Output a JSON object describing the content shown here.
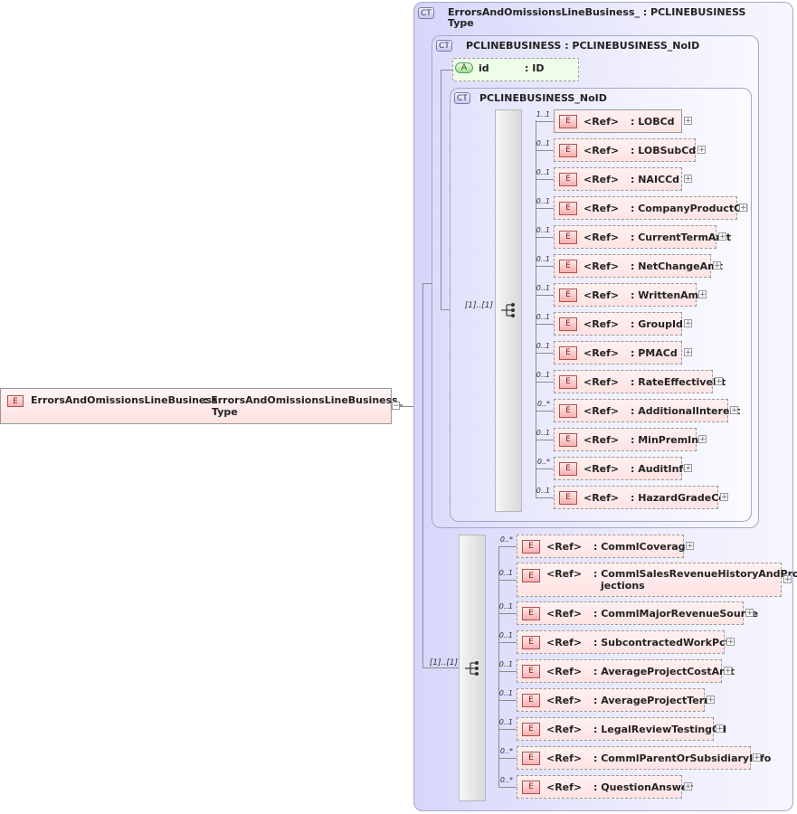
{
  "root": {
    "badge": "E",
    "name": "ErrorsAndOmissionsLineBusiness",
    "type_line1": ": ErrorsAndOmissionsLineBusiness_",
    "type_line2": "Type",
    "collapse": "−"
  },
  "outer_type": {
    "badge": "CT",
    "title_line1": "ErrorsAndOmissionsLineBusiness_ : PCLINEBUSINESS",
    "title_line2": "Type"
  },
  "pcline": {
    "badge": "CT",
    "title": "PCLINEBUSINESS : PCLINEBUSINESS_NoID"
  },
  "attribute": {
    "badge": "A",
    "name": "id",
    "type": ": ID"
  },
  "noid": {
    "badge": "CT",
    "title": "PCLINEBUSINESS_NoID"
  },
  "seq1_card": "[1]..[1]",
  "seq2_card": "[1]..[1]",
  "group1": [
    {
      "card": "1..1",
      "badge": "E",
      "ref": "<Ref>",
      "name": ": LOBCd",
      "expand": "+"
    },
    {
      "card": "0..1",
      "badge": "E",
      "ref": "<Ref>",
      "name": ": LOBSubCd",
      "expand": "+"
    },
    {
      "card": "0..1",
      "badge": "E",
      "ref": "<Ref>",
      "name": ": NAICCd",
      "expand": "+"
    },
    {
      "card": "0..1",
      "badge": "E",
      "ref": "<Ref>",
      "name": ": CompanyProductCd",
      "expand": "+"
    },
    {
      "card": "0..1",
      "badge": "E",
      "ref": "<Ref>",
      "name": ": CurrentTermAmt",
      "expand": "+"
    },
    {
      "card": "0..1",
      "badge": "E",
      "ref": "<Ref>",
      "name": ": NetChangeAmt",
      "expand": "+"
    },
    {
      "card": "0..1",
      "badge": "E",
      "ref": "<Ref>",
      "name": ": WrittenAmt",
      "expand": "+"
    },
    {
      "card": "0..1",
      "badge": "E",
      "ref": "<Ref>",
      "name": ": GroupId",
      "expand": "+"
    },
    {
      "card": "0..1",
      "badge": "E",
      "ref": "<Ref>",
      "name": ": PMACd",
      "expand": "+"
    },
    {
      "card": "0..1",
      "badge": "E",
      "ref": "<Ref>",
      "name": ": RateEffectiveDt",
      "expand": "+"
    },
    {
      "card": "0..*",
      "badge": "E",
      "ref": "<Ref>",
      "name": ": AdditionalInterest",
      "expand": "+"
    },
    {
      "card": "0..1",
      "badge": "E",
      "ref": "<Ref>",
      "name": ": MinPremInd",
      "expand": "+"
    },
    {
      "card": "0..*",
      "badge": "E",
      "ref": "<Ref>",
      "name": ": AuditInfo",
      "expand": "+"
    },
    {
      "card": "0..1",
      "badge": "E",
      "ref": "<Ref>",
      "name": ": HazardGradeCd",
      "expand": "+"
    }
  ],
  "group2": [
    {
      "card": "0..*",
      "badge": "E",
      "ref": "<Ref>",
      "name": ": CommlCoverage",
      "expand": "+"
    },
    {
      "card": "0..1",
      "badge": "E",
      "ref": "<Ref>",
      "name": ": CommlSalesRevenueHistoryAndPro",
      "name2": "jections",
      "expand": "+"
    },
    {
      "card": "0..1",
      "badge": "E",
      "ref": "<Ref>",
      "name": ": CommlMajorRevenueSource",
      "expand": "+"
    },
    {
      "card": "0..1",
      "badge": "E",
      "ref": "<Ref>",
      "name": ": SubcontractedWorkPct",
      "expand": "+"
    },
    {
      "card": "0..1",
      "badge": "E",
      "ref": "<Ref>",
      "name": ": AverageProjectCostAmt",
      "expand": "+"
    },
    {
      "card": "0..1",
      "badge": "E",
      "ref": "<Ref>",
      "name": ": AverageProjectTerm",
      "expand": "+"
    },
    {
      "card": "0..1",
      "badge": "E",
      "ref": "<Ref>",
      "name": ": LegalReviewTestingCd",
      "expand": "+"
    },
    {
      "card": "0..*",
      "badge": "E",
      "ref": "<Ref>",
      "name": ": CommlParentOrSubsidiaryInfo",
      "expand": "+"
    },
    {
      "card": "0..*",
      "badge": "E",
      "ref": "<Ref>",
      "name": ": QuestionAnswer",
      "expand": "+"
    }
  ]
}
